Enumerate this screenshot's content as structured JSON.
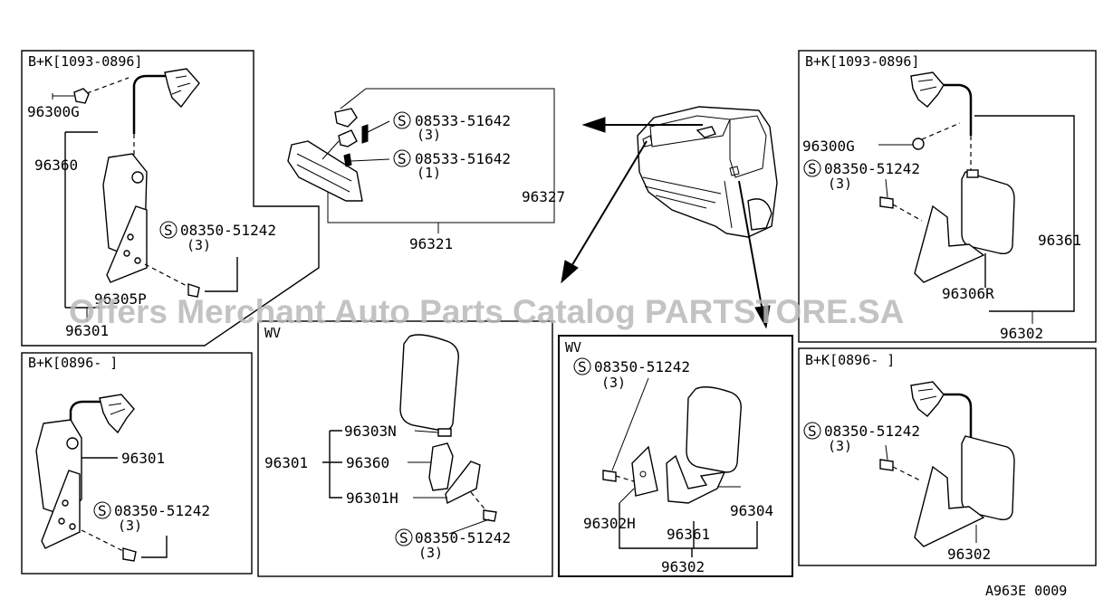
{
  "panels": {
    "top_left": {
      "header": "B+K[1093-0896]",
      "callouts": [
        "96300G",
        "96360",
        "96301",
        "96305P"
      ],
      "screw": {
        "code": "08350-51242",
        "qty": "(3)"
      }
    },
    "bottom_left": {
      "header": "B+K[0896-      ]",
      "callouts": [
        "96301"
      ],
      "screw": {
        "code": "08350-51242",
        "qty": "(3)"
      }
    },
    "inner_mirror": {
      "callouts": [
        "96327",
        "96321"
      ],
      "screws": [
        {
          "code": "08533-51642",
          "qty": "(3)"
        },
        {
          "code": "08533-51642",
          "qty": "(1)"
        }
      ]
    },
    "wv_center": {
      "header": "WV",
      "callouts": [
        "96303N",
        "96301",
        "96360",
        "96301H"
      ],
      "screw": {
        "code": "08350-51242",
        "qty": "(3)"
      }
    },
    "wv_right": {
      "header": "WV",
      "callouts": [
        "96302H",
        "96361",
        "96304",
        "96302"
      ],
      "screw": {
        "code": "08350-51242",
        "qty": "(3)"
      }
    },
    "top_right": {
      "header": "B+K[1093-0896]",
      "callouts": [
        "96300G",
        "96361",
        "96306R",
        "96302"
      ],
      "screw": {
        "code": "08350-51242",
        "qty": "(3)"
      }
    },
    "bottom_right": {
      "header": "B+K[0896-      ]",
      "callouts": [
        "96302"
      ],
      "screw": {
        "code": "08350-51242",
        "qty": "(3)"
      }
    }
  },
  "screw_symbol": "S",
  "watermark": "Offers Merchant Auto Parts Catalog PARTSTORE.SA",
  "drawing_code": "A963E 0009"
}
